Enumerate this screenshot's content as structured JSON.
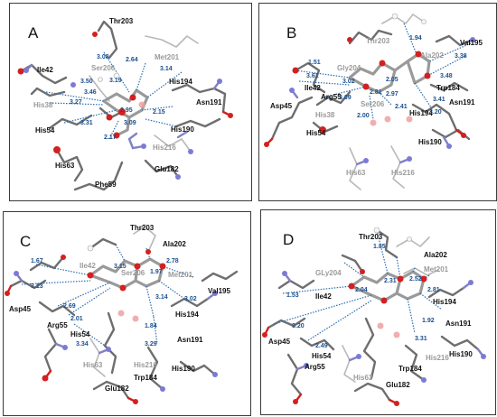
{
  "panels": [
    {
      "letter": "A",
      "residues": [
        {
          "text": "Thr203"
        },
        {
          "text": "Met201"
        },
        {
          "text": "Ile42"
        },
        {
          "text": "Ser206"
        },
        {
          "text": "His38"
        },
        {
          "text": "His194"
        },
        {
          "text": "Asn191"
        },
        {
          "text": "His54"
        },
        {
          "text": "His190"
        },
        {
          "text": "His216"
        },
        {
          "text": "His63"
        },
        {
          "text": "Glu182"
        },
        {
          "text": "Phe59"
        }
      ],
      "distances": [
        "3.08",
        "2.64",
        "3.14",
        "3.50",
        "3.19",
        "3.46",
        "3.27",
        "2.15",
        "2.95",
        "3.31",
        "3.09",
        "2.17"
      ]
    },
    {
      "letter": "B",
      "residues": [
        {
          "text": "Thr203"
        },
        {
          "text": "Ala202"
        },
        {
          "text": "Val195"
        },
        {
          "text": "Gly204"
        },
        {
          "text": "Ile42"
        },
        {
          "text": "Arg55"
        },
        {
          "text": "Asp45"
        },
        {
          "text": "Trp184"
        },
        {
          "text": "Asn191"
        },
        {
          "text": "His38"
        },
        {
          "text": "His194"
        },
        {
          "text": "His54"
        },
        {
          "text": "Ser206"
        },
        {
          "text": "His190"
        },
        {
          "text": "His63"
        },
        {
          "text": "His216"
        }
      ],
      "distances": [
        "1.51",
        "3.61",
        "3.09",
        "3.02",
        "2.05",
        "2.97",
        "3.48",
        "3.38",
        "1.94",
        "3.41",
        "2.41",
        "2.81",
        "3.20",
        "2.00"
      ]
    },
    {
      "letter": "C",
      "residues": [
        {
          "text": "Thr203"
        },
        {
          "text": "Ala202"
        },
        {
          "text": "Ile42"
        },
        {
          "text": "Met201"
        },
        {
          "text": "Val195"
        },
        {
          "text": "Asp45"
        },
        {
          "text": "Arg55"
        },
        {
          "text": "His54"
        },
        {
          "text": "His194"
        },
        {
          "text": "Asn191"
        },
        {
          "text": "His63"
        },
        {
          "text": "His216"
        },
        {
          "text": "His190"
        },
        {
          "text": "Glu182"
        },
        {
          "text": "Trp184"
        },
        {
          "text": "Ser206"
        }
      ],
      "distances": [
        "1.67",
        "3.15",
        "2.78",
        "1.97",
        "3.13",
        "2.69",
        "2.01",
        "3.34",
        "3.14",
        "3.02",
        "1.84",
        "3.29"
      ]
    },
    {
      "letter": "D",
      "residues": [
        {
          "text": "Thr203"
        },
        {
          "text": "Ala202"
        },
        {
          "text": "GLy204"
        },
        {
          "text": "Met201"
        },
        {
          "text": "Ile42"
        },
        {
          "text": "His194"
        },
        {
          "text": "Asn191"
        },
        {
          "text": "Asp45"
        },
        {
          "text": "His54"
        },
        {
          "text": "His190"
        },
        {
          "text": "Arg55"
        },
        {
          "text": "Trp184"
        },
        {
          "text": "His216"
        },
        {
          "text": "His63"
        },
        {
          "text": "Glu182"
        }
      ],
      "distances": [
        "1.85",
        "2.31",
        "2.04",
        "2.52",
        "2.81",
        "1.53",
        "3.20",
        "1.92",
        "3.31",
        "2.49"
      ]
    }
  ]
}
